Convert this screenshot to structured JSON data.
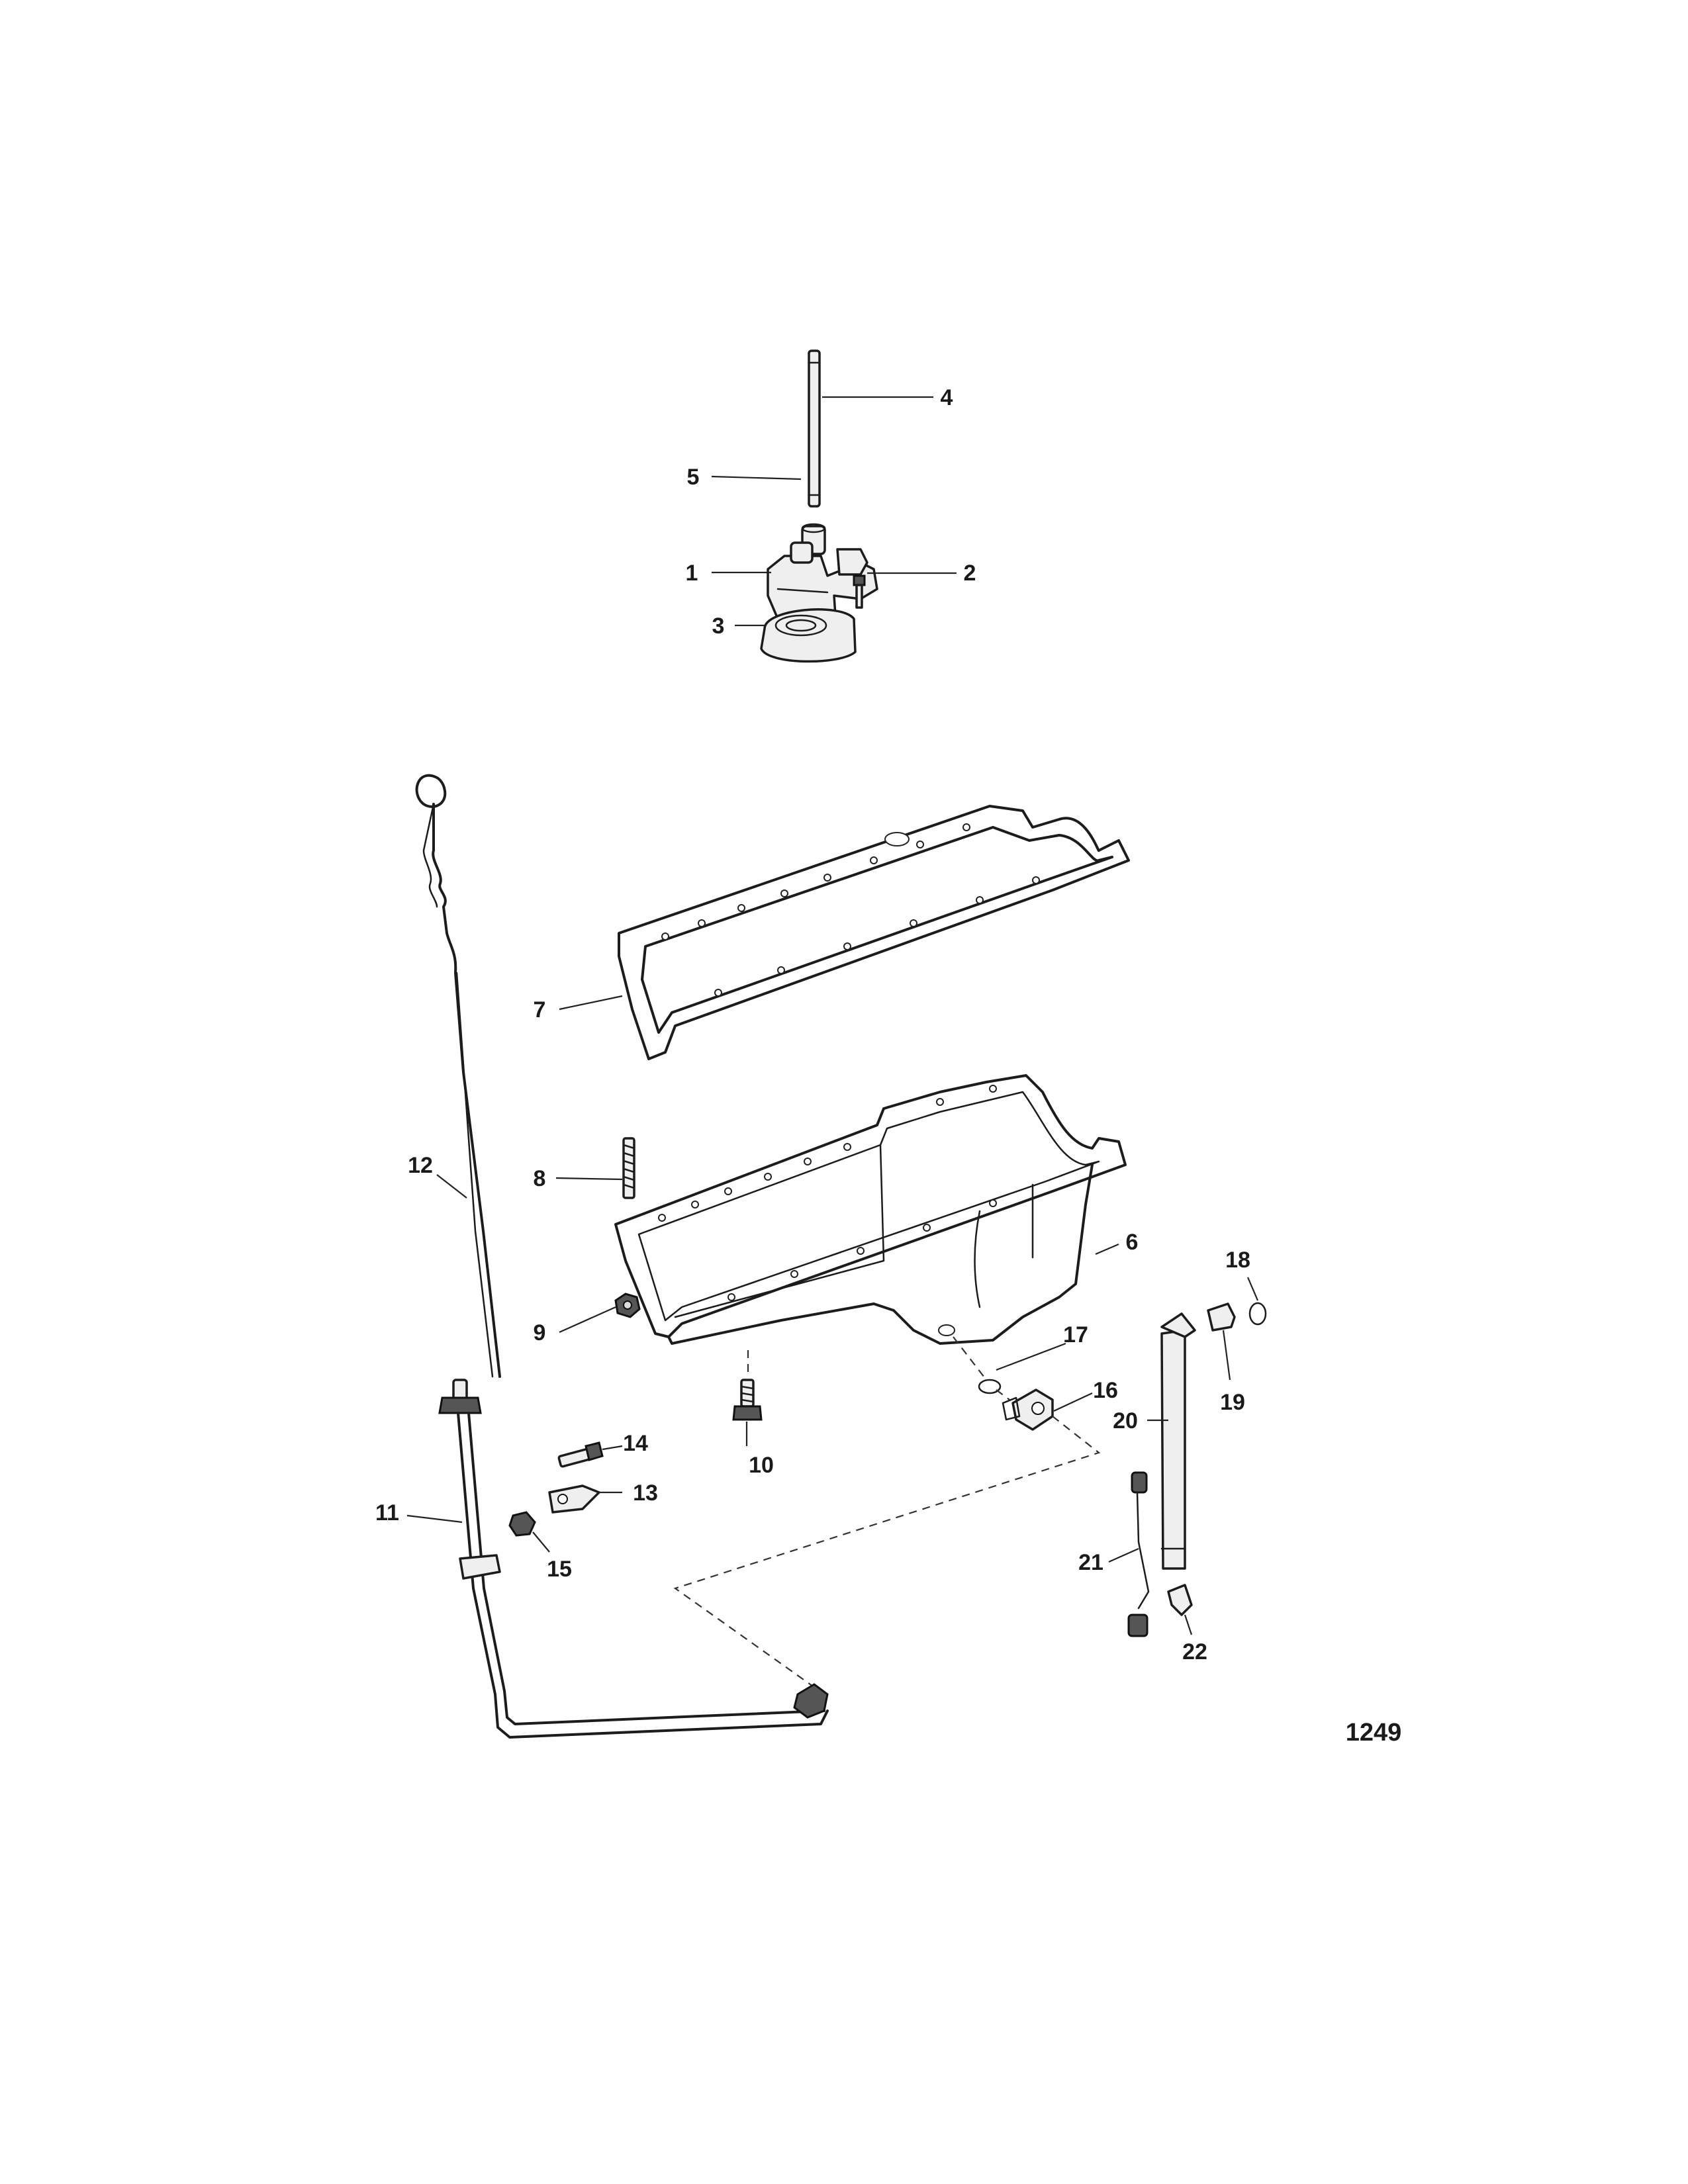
{
  "callouts": [
    "1",
    "2",
    "3",
    "4",
    "5",
    "6",
    "7",
    "8",
    "9",
    "10",
    "11",
    "12",
    "13",
    "14",
    "15",
    "16",
    "17",
    "18",
    "19",
    "20",
    "21",
    "22"
  ],
  "figure_number": "1249",
  "colors": {
    "line": "#1c1c1c",
    "background": "#ffffff"
  }
}
